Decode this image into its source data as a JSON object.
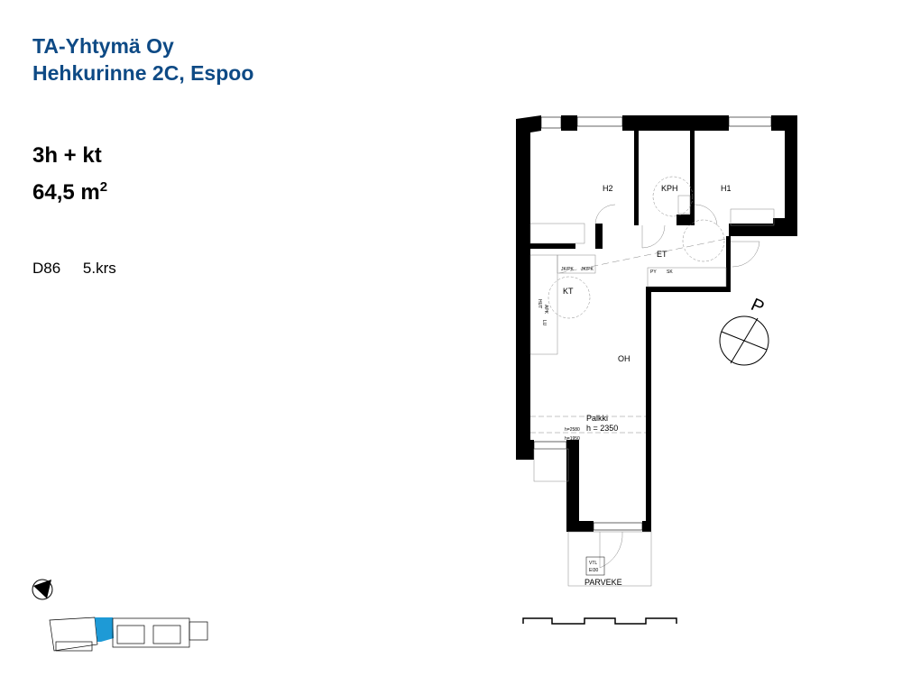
{
  "header": {
    "company": "TA-Yhtymä Oy",
    "address": "Hehkurinne 2C, Espoo"
  },
  "apartment": {
    "type": "3h + kt",
    "area": "64,5 m",
    "area_unit_sup": "2",
    "code": "D86",
    "floor": "5.krs"
  },
  "rooms": {
    "h2": "H2",
    "kph": "KPH",
    "h1": "H1",
    "et": "ET",
    "kt": "KT",
    "oh": "OH",
    "parveke": "PARVEKE"
  },
  "annotations": {
    "palkki": "Palkki",
    "palkki_h": "h = 2350",
    "h2580": "h=2580",
    "h1950": "h=1950",
    "jkpk": "JK/PK",
    "py": "PY",
    "sk": "SK",
    "vtl": "VTL",
    "ei30": "EI30",
    "apk": "APK",
    "lu": "LU",
    "hut": "HUT"
  },
  "compass": {
    "label": "P"
  },
  "keyplan": {
    "highlight_color": "#1e9ad6"
  }
}
